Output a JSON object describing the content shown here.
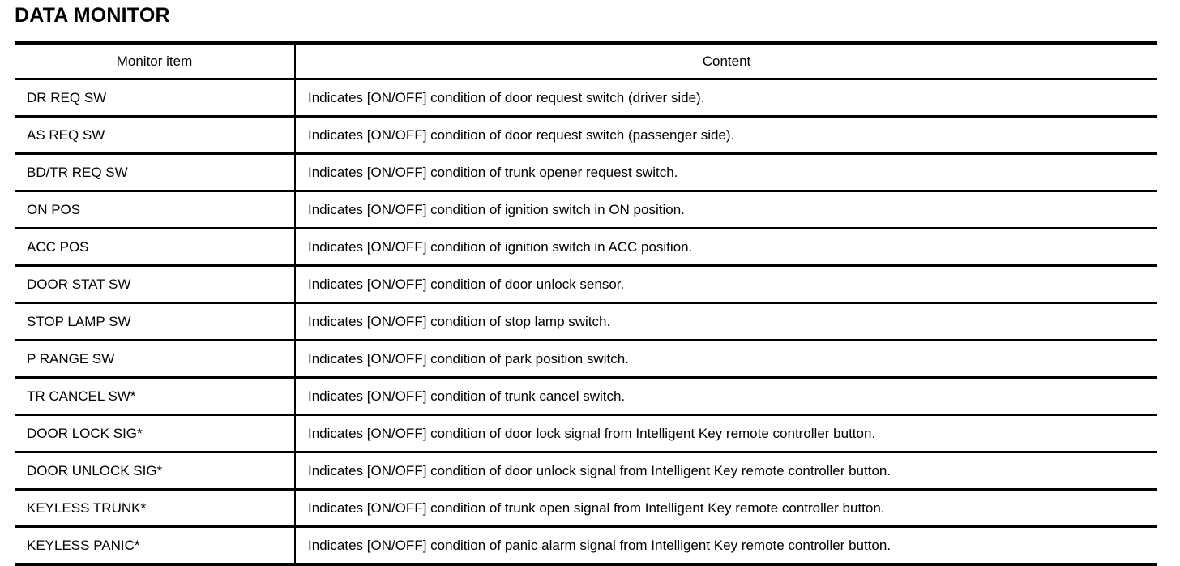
{
  "document": {
    "title": "DATA MONITOR"
  },
  "table": {
    "headers": {
      "monitor_item": "Monitor item",
      "content": "Content"
    },
    "rows": [
      {
        "item": "DR REQ SW",
        "content": "Indicates [ON/OFF] condition of door request switch (driver side)."
      },
      {
        "item": "AS REQ SW",
        "content": "Indicates [ON/OFF] condition of door request switch (passenger side)."
      },
      {
        "item": "BD/TR REQ SW",
        "content": "Indicates [ON/OFF] condition of trunk opener request switch."
      },
      {
        "item": "ON POS",
        "content": "Indicates [ON/OFF] condition of ignition switch in ON position."
      },
      {
        "item": "ACC POS",
        "content": "Indicates [ON/OFF] condition of ignition switch in ACC position."
      },
      {
        "item": "DOOR STAT SW",
        "content": "Indicates [ON/OFF] condition of door unlock sensor."
      },
      {
        "item": "STOP LAMP SW",
        "content": "Indicates [ON/OFF] condition of stop lamp switch."
      },
      {
        "item": "P RANGE SW",
        "content": "Indicates [ON/OFF] condition of park position switch."
      },
      {
        "item": "TR CANCEL SW*",
        "content": "Indicates [ON/OFF] condition of trunk cancel switch."
      },
      {
        "item": "DOOR LOCK SIG*",
        "content": "Indicates [ON/OFF] condition of door lock signal from Intelligent Key remote controller button."
      },
      {
        "item": "DOOR UNLOCK SIG*",
        "content": "Indicates [ON/OFF] condition of door unlock signal from Intelligent Key remote controller button."
      },
      {
        "item": "KEYLESS TRUNK*",
        "content": "Indicates [ON/OFF] condition of trunk open signal from Intelligent Key remote controller button."
      },
      {
        "item": "KEYLESS PANIC*",
        "content": "Indicates [ON/OFF] condition of panic alarm signal from Intelligent Key remote controller button."
      }
    ]
  }
}
